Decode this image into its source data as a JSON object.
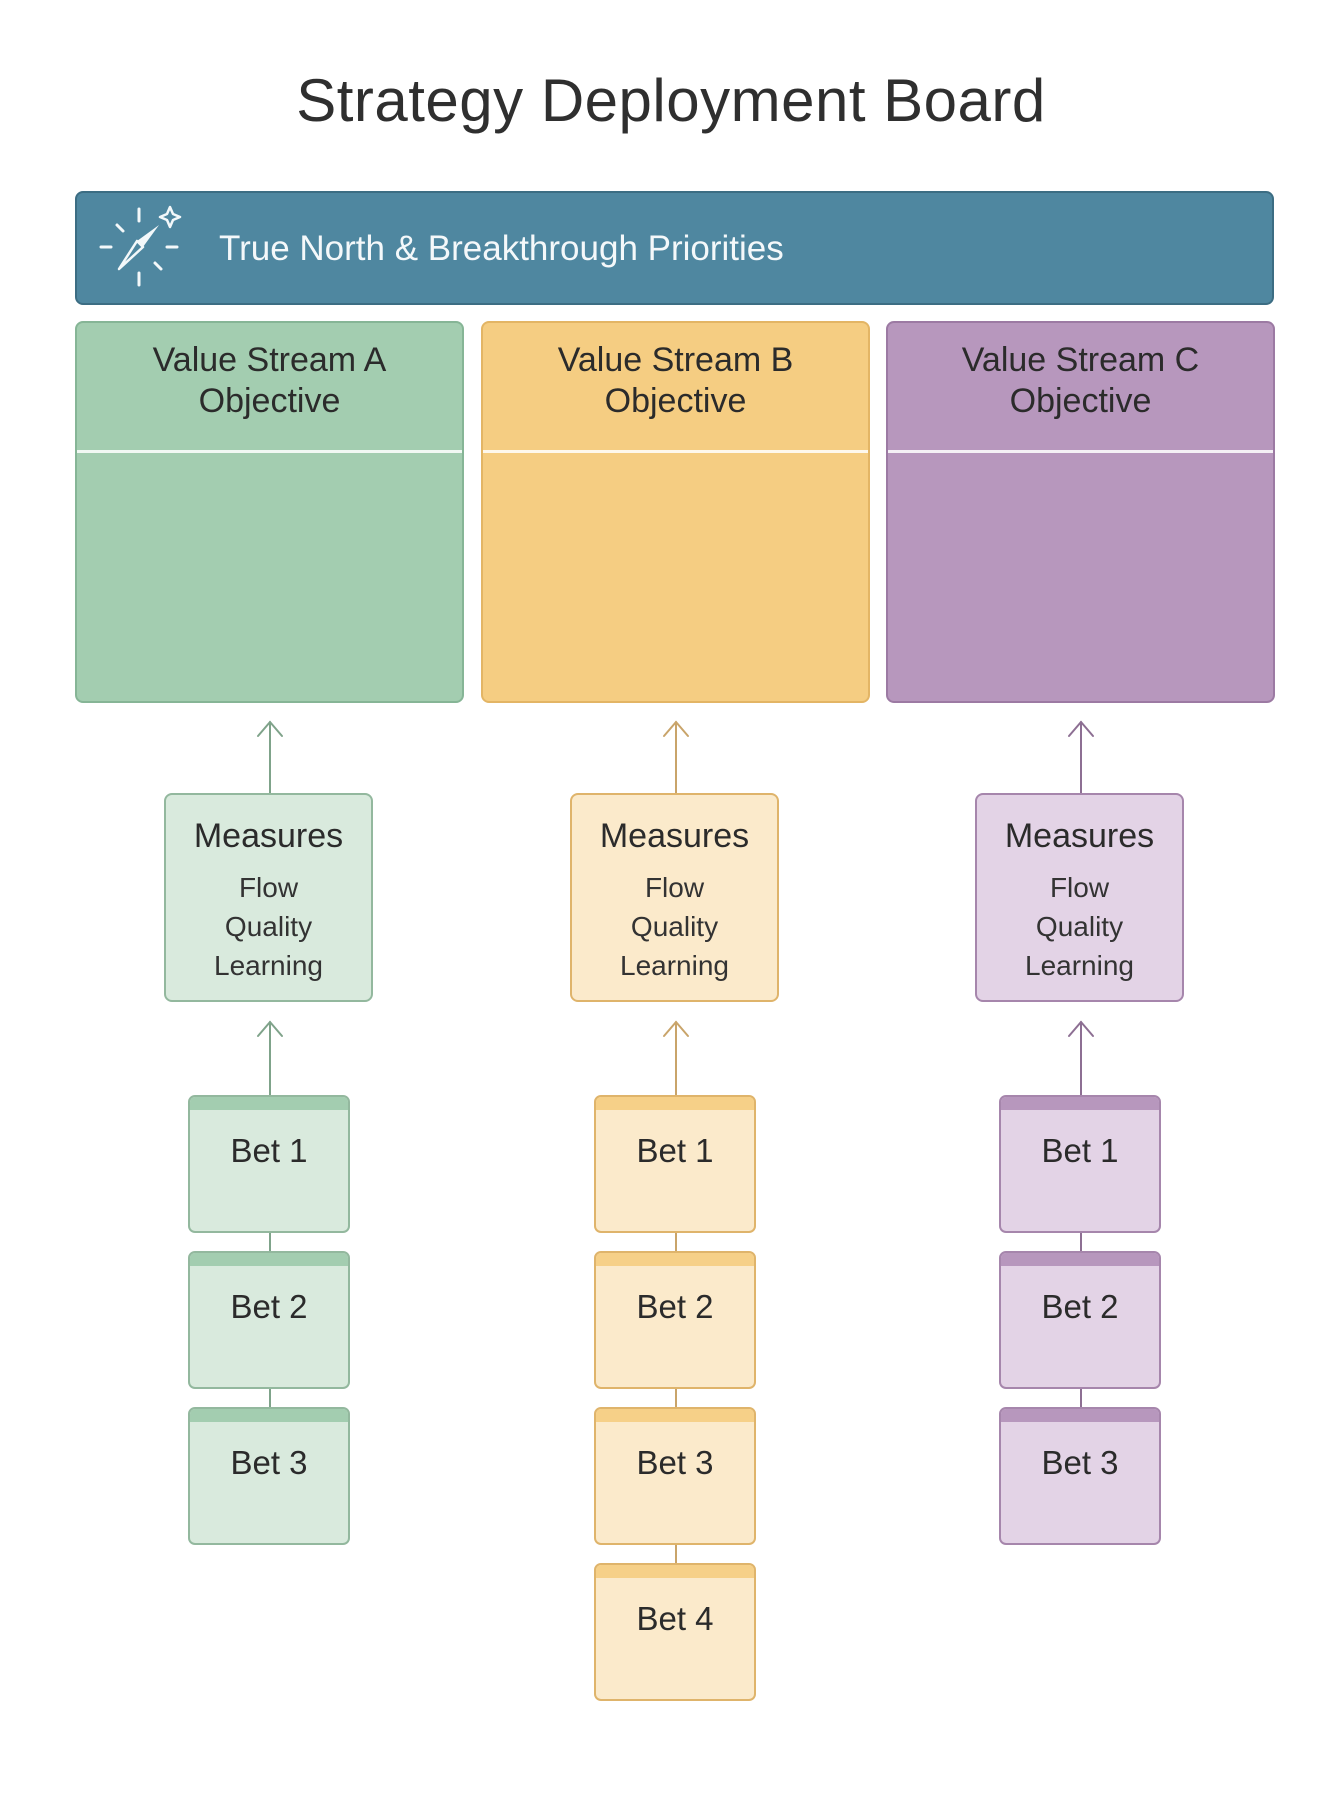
{
  "title": "Strategy Deployment Board",
  "banner": {
    "label": "True North & Breakthrough Priorities",
    "icon": "compass-sparkle-icon",
    "color": "#4f87a0"
  },
  "streams": [
    {
      "objective_title": "Value Stream A\nObjective",
      "measures_title": "Measures",
      "measures": [
        "Flow",
        "Quality",
        "Learning"
      ],
      "bets": [
        "Bet 1",
        "Bet 2",
        "Bet 3"
      ],
      "colors": {
        "objective": "#a3cdb0",
        "objective_border": "#86b596",
        "light": "#d9eadd",
        "light_border": "#93b89e",
        "strip": "#a3cdb0",
        "line": "#7fa38a"
      }
    },
    {
      "objective_title": "Value Stream B\nObjective",
      "measures_title": "Measures",
      "measures": [
        "Flow",
        "Quality",
        "Learning"
      ],
      "bets": [
        "Bet 1",
        "Bet 2",
        "Bet 3",
        "Bet 4"
      ],
      "colors": {
        "objective": "#f5cd82",
        "objective_border": "#e3b565",
        "light": "#fbeacb",
        "light_border": "#dfb46b",
        "strip": "#f6d088",
        "line": "#c9a46a"
      }
    },
    {
      "objective_title": "Value Stream C\nObjective",
      "measures_title": "Measures",
      "measures": [
        "Flow",
        "Quality",
        "Learning"
      ],
      "bets": [
        "Bet 1",
        "Bet 2",
        "Bet 3"
      ],
      "colors": {
        "objective": "#b797bd",
        "objective_border": "#9c7aa3",
        "light": "#e3d3e6",
        "light_border": "#a686ac",
        "strip": "#b797bd",
        "line": "#8d6f93"
      }
    }
  ]
}
